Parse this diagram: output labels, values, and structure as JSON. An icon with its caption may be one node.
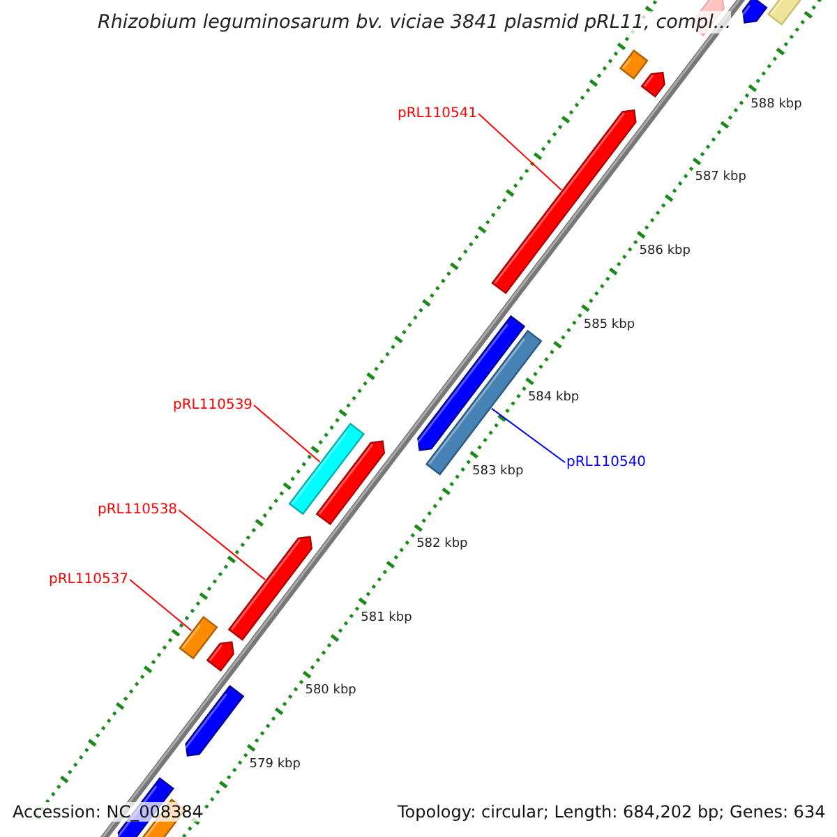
{
  "diagram": {
    "title": "Rhizobium leguminosarum bv. viciae 3841 plasmid pRL11, compl...",
    "nodes": [
      {
        "text": [
          "pRL110541"
        ]
      },
      {
        "text": [],
        "shape": "bar"
      },
      {
        "text": [
          "pRL110539"
        ]
      },
      {
        "text": [],
        "shape": "bar"
      },
      {
        "text": [
          "pRL110540"
        ]
      },
      {
        "text": [],
        "shape": "bar"
      },
      {
        "text": [
          "pRL110538"
        ]
      },
      {
        "text": [],
        "shape": "bar"
      },
      {
        "text": [
          "pRL110537"
        ]
      },
      {
        "text": [],
        "shape": "bar"
      }
    ],
    "edges": [
      {
        "from": 0,
        "to": 1,
        "arrow": "none"
      },
      {
        "from": 2,
        "to": 3,
        "arrow": "none"
      },
      {
        "from": 4,
        "to": 5,
        "arrow": "none",
        "color": "#0000ff"
      },
      {
        "from": 6,
        "to": 7,
        "arrow": "none"
      },
      {
        "from": 8,
        "to": 9,
        "arrow": "none"
      }
    ],
    "labels": [
      "588 kbp",
      "587 kbp",
      "586 kbp",
      "585 kbp",
      "584 kbp",
      "583 kbp",
      "582 kbp",
      "581 kbp",
      "580 kbp",
      "579 kbp",
      "Accession: NC_008384",
      "Topology: circular; Length: 684,202 bp; Genes: 634"
    ]
  }
}
